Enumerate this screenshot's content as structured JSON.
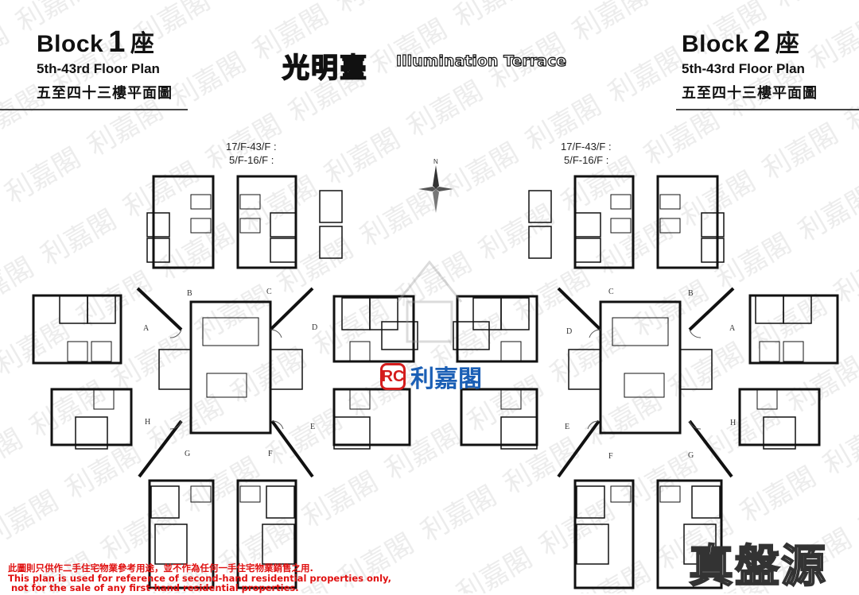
{
  "estate": {
    "name_zh": "光明臺",
    "name_en": "Illumination Terrace"
  },
  "blocks": [
    {
      "title": "Block",
      "number": "1",
      "title_zh": "座",
      "subtitle": "5th-43rd Floor Plan",
      "subtitle_zh": "五至四十三樓平面圖",
      "floors": [
        "17/F-43/F :",
        "5/F-16/F :"
      ],
      "units": [
        "A",
        "B",
        "C",
        "D",
        "E",
        "F",
        "G",
        "H"
      ]
    },
    {
      "title": "Block",
      "number": "2",
      "title_zh": "座",
      "subtitle": "5th-43rd Floor Plan",
      "subtitle_zh": "五至四十三樓平面圖",
      "floors": [
        "17/F-43/F :",
        "5/F-16/F :"
      ],
      "units": [
        "A",
        "B",
        "C",
        "D",
        "E",
        "F",
        "G",
        "H"
      ]
    }
  ],
  "agency": {
    "logo_text": "RC",
    "name": "利嘉閣",
    "color": "#1b5fb5",
    "logo_color": "#d41c1c"
  },
  "brand": "真盤源",
  "watermark": "利嘉閣",
  "disclaimer": {
    "zh": "此圖則只供作二手住宅物業參考用途，並不作為任何一手住宅物業銷售之用.",
    "en_line1": "This plan is used for reference of second-hand residential properties only,",
    "en_line2": "not for the sale of any first-hand residential properties.",
    "color": "#e01010"
  }
}
